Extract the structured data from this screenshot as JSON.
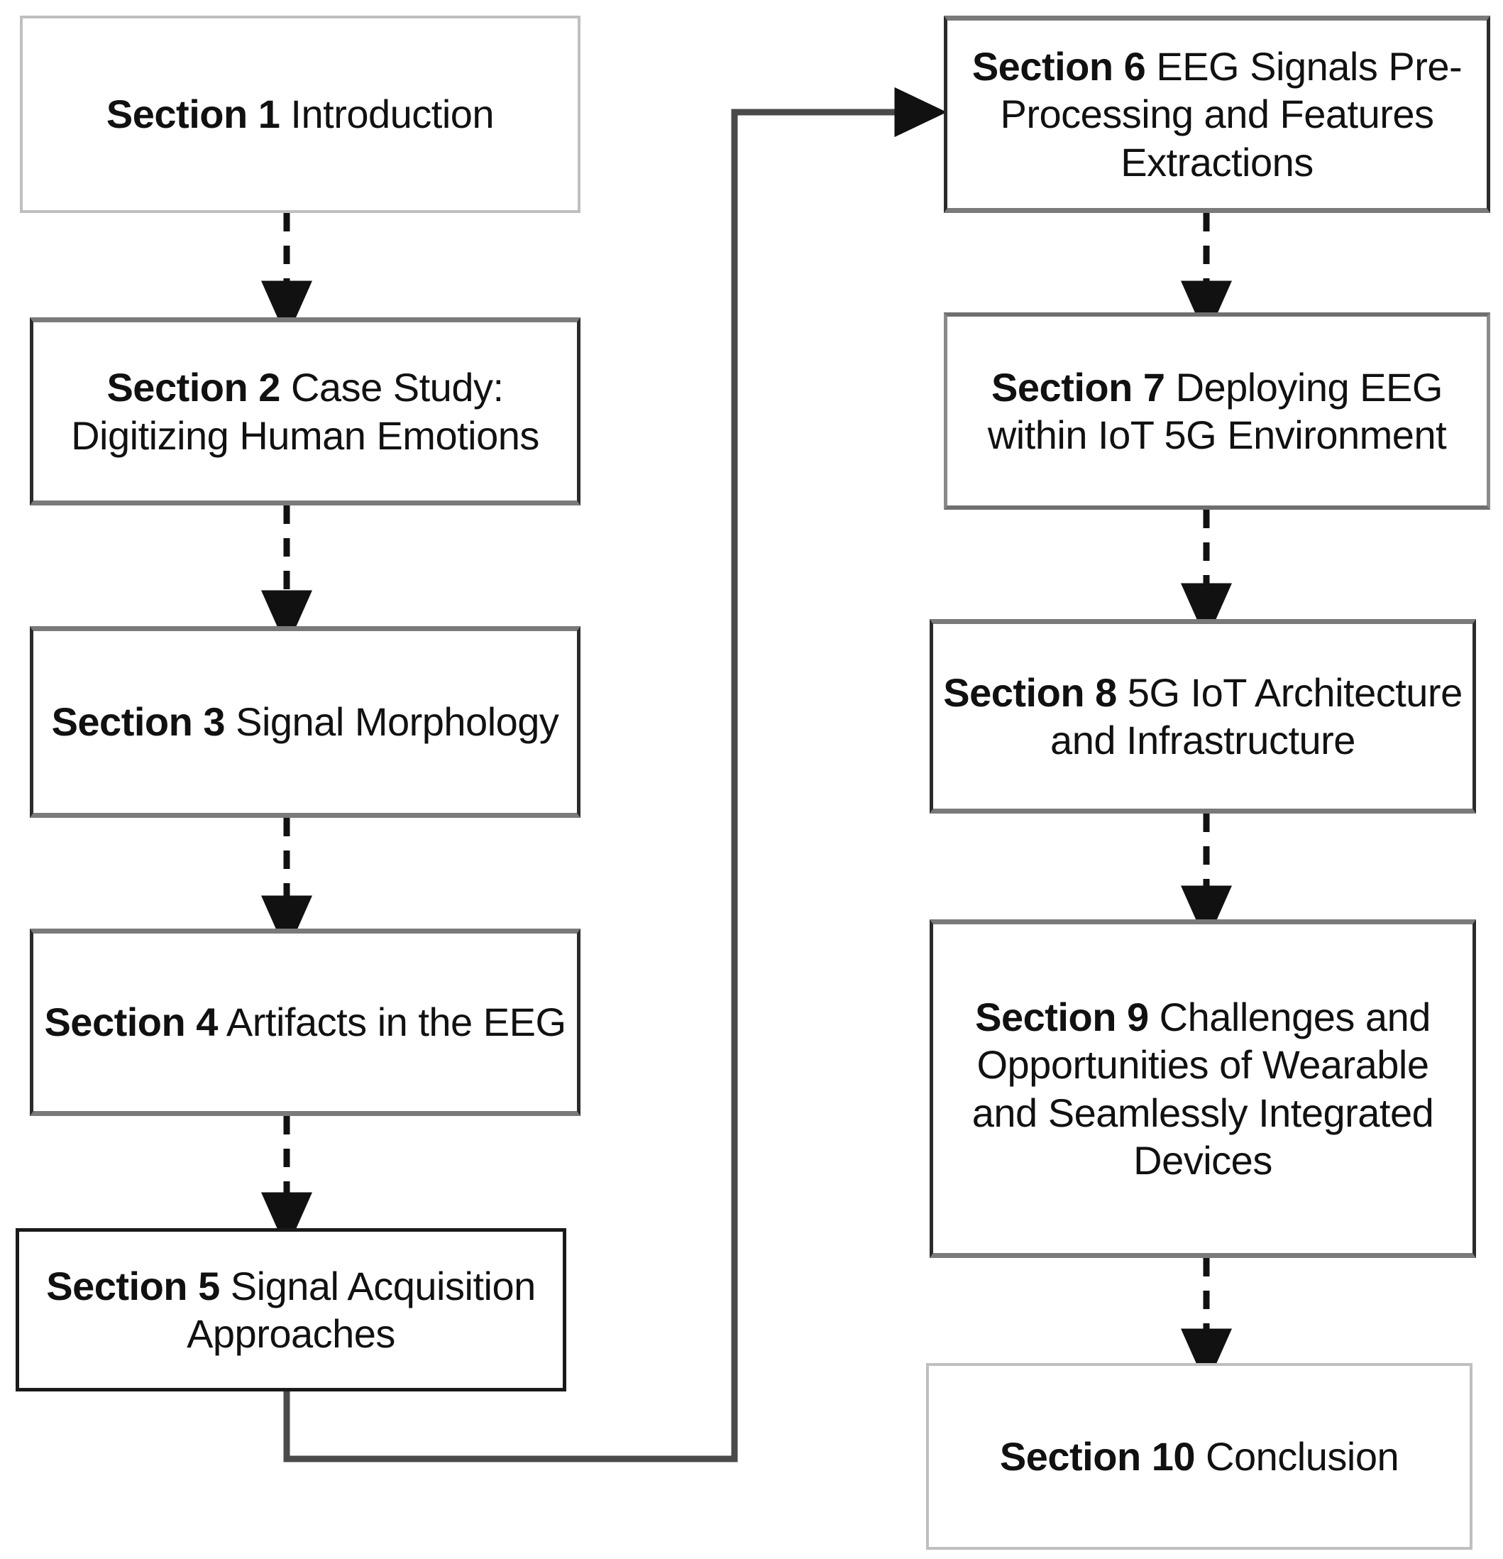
{
  "diagram": {
    "title": "Paper section flow diagram",
    "colors": {
      "box_border_dark": "#3f3f3f",
      "box_border_light": "#bfbfbf",
      "box_border_mid": "#7a7a7a",
      "connector_dashed": "#111111",
      "connector_solid": "#444444",
      "text": "#111111",
      "background": "#ffffff"
    },
    "nodes": [
      {
        "id": "section-1",
        "label_bold": "Section 1",
        "label_rest": " Introduction",
        "full": "Section 1 Introduction"
      },
      {
        "id": "section-2",
        "label_bold": "Section 2",
        "label_rest": " Case Study: Digitizing Human Emotions",
        "full": "Section 2 Case Study: Digitizing Human Emotions"
      },
      {
        "id": "section-3",
        "label_bold": "Section 3",
        "label_rest": " Signal Morphology",
        "full": "Section 3 Signal Morphology"
      },
      {
        "id": "section-4",
        "label_bold": "Section 4",
        "label_rest": " Artifacts in the EEG",
        "full": "Section 4 Artifacts in the EEG"
      },
      {
        "id": "section-5",
        "label_bold": "Section 5",
        "label_rest": " Signal Acquisition Approaches",
        "full": "Section 5 Signal Acquisition Approaches"
      },
      {
        "id": "section-6",
        "label_bold": "Section 6",
        "label_rest": " EEG Signals Pre-Processing and Features Extractions",
        "full": "Section 6 EEG Signals Pre-Processing and Features Extractions"
      },
      {
        "id": "section-7",
        "label_bold": "Section 7",
        "label_rest": " Deploying EEG within IoT 5G Environment",
        "full": "Section 7 Deploying EEG within IoT 5G Environment"
      },
      {
        "id": "section-8",
        "label_bold": "Section 8",
        "label_rest": " 5G IoT Architecture and Infrastructure",
        "full": "Section 8 5G IoT Architecture and Infrastructure"
      },
      {
        "id": "section-9",
        "label_bold": "Section 9",
        "label_rest": " Challenges and Opportunities of Wearable and Seamlessly Integrated Devices",
        "full": "Section 9 Challenges and Opportunities of Wearable and Seamlessly Integrated Devices"
      },
      {
        "id": "section-10",
        "label_bold": "Section 10",
        "label_rest": " Conclusion",
        "full": "Section 10 Conclusion"
      }
    ],
    "edges": [
      {
        "from": "section-1",
        "to": "section-2",
        "style": "dashed"
      },
      {
        "from": "section-2",
        "to": "section-3",
        "style": "dashed"
      },
      {
        "from": "section-3",
        "to": "section-4",
        "style": "dashed"
      },
      {
        "from": "section-4",
        "to": "section-5",
        "style": "dashed"
      },
      {
        "from": "section-5",
        "to": "section-6",
        "style": "solid-elbow"
      },
      {
        "from": "section-6",
        "to": "section-7",
        "style": "dashed"
      },
      {
        "from": "section-7",
        "to": "section-8",
        "style": "dashed"
      },
      {
        "from": "section-8",
        "to": "section-9",
        "style": "dashed"
      },
      {
        "from": "section-9",
        "to": "section-10",
        "style": "dashed"
      }
    ]
  }
}
